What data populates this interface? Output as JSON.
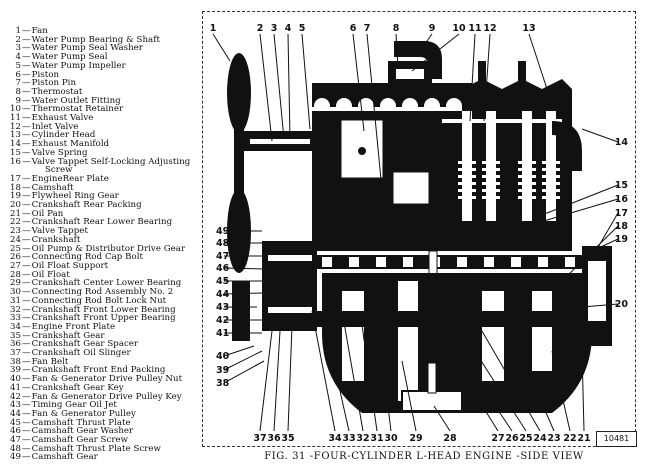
{
  "legend": {
    "items": [
      {
        "num": "1",
        "label": "Fan"
      },
      {
        "num": "2",
        "label": "Water Pump Bearing & Shaft"
      },
      {
        "num": "3",
        "label": "Water Pump Seal Washer"
      },
      {
        "num": "4",
        "label": "Water Pump Seal"
      },
      {
        "num": "5",
        "label": "Water Pump Impeller"
      },
      {
        "num": "6",
        "label": "Piston"
      },
      {
        "num": "7",
        "label": "Piston Pin"
      },
      {
        "num": "8",
        "label": "Thermostat"
      },
      {
        "num": "9",
        "label": "Water Outlet Fitting"
      },
      {
        "num": "10",
        "label": "Thermostat Retainer"
      },
      {
        "num": "11",
        "label": "Exhaust Valve"
      },
      {
        "num": "12",
        "label": "Inlet Valve"
      },
      {
        "num": "13",
        "label": "Cylinder Head"
      },
      {
        "num": "14",
        "label": "Exhaust Manifold"
      },
      {
        "num": "15",
        "label": "Valve Spring"
      },
      {
        "num": "16",
        "label": "Valve Tappet Self-Locking Adjusting",
        "cont": "Screw"
      },
      {
        "num": "17",
        "label": "EngineRear Plate"
      },
      {
        "num": "18",
        "label": "Camshaft"
      },
      {
        "num": "19",
        "label": "Flywheel Ring Gear"
      },
      {
        "num": "20",
        "label": "Crankshaft Rear Packing"
      },
      {
        "num": "21",
        "label": "Oil Pan"
      },
      {
        "num": "22",
        "label": "Crankshaft Rear Lower Bearing"
      },
      {
        "num": "23",
        "label": "Valve Tappet"
      },
      {
        "num": "24",
        "label": "Crankshaft"
      },
      {
        "num": "25",
        "label": "Oil Pump & Distributor Drive Gear"
      },
      {
        "num": "26",
        "label": "Connecting Rod Cap Bolt"
      },
      {
        "num": "27",
        "label": "Oil Float Support"
      },
      {
        "num": "28",
        "label": "Oil Float"
      },
      {
        "num": "29",
        "label": "Crankshaft Center Lower Bearing"
      },
      {
        "num": "30",
        "label": "Connecting Rod Assembly No. 2"
      },
      {
        "num": "31",
        "label": "Connecting Rod Bolt Lock Nut"
      },
      {
        "num": "32",
        "label": "Crankshaft Front Lower Bearing"
      },
      {
        "num": "33",
        "label": "Crankshaft Front Upper Bearing"
      },
      {
        "num": "34",
        "label": "Engine Front Plate"
      },
      {
        "num": "35",
        "label": "Crankshaft Gear"
      },
      {
        "num": "36",
        "label": "Crankshaft Gear Spacer"
      },
      {
        "num": "37",
        "label": "Crankshaft Oil Slinger"
      },
      {
        "num": "38",
        "label": "Fan Belt"
      },
      {
        "num": "39",
        "label": "Crankshaft Front End Packing"
      },
      {
        "num": "40",
        "label": "Fan & Generator Drive Pulley Nut"
      },
      {
        "num": "41",
        "label": "Crankshaft Gear Key"
      },
      {
        "num": "42",
        "label": "Fan & Generator Drive Pulley Key"
      },
      {
        "num": "43",
        "label": "Timing Gear Oil Jet"
      },
      {
        "num": "44",
        "label": "Fan & Generator Pulley"
      },
      {
        "num": "45",
        "label": "Camshaft Thrust Plate"
      },
      {
        "num": "46",
        "label": "Camshaft Gear Washer"
      },
      {
        "num": "47",
        "label": "Camshaft Gear Screw"
      },
      {
        "num": "48",
        "label": "Camshaft Thrust Plate Screw"
      },
      {
        "num": "49",
        "label": "Camshaft Gear"
      }
    ]
  },
  "figure": {
    "caption": "FIG. 31 -FOUR-CYLINDER L-HEAD ENGINE -SIDE VIEW",
    "figure_number": "10481",
    "callouts_top": [
      "1",
      "2",
      "3",
      "4",
      "5",
      "6",
      "7",
      "8",
      "9",
      "10",
      "11",
      "12",
      "13"
    ],
    "callouts_right": [
      "14",
      "15",
      "16",
      "17",
      "18",
      "19",
      "20"
    ],
    "callouts_bottom": [
      "37",
      "36",
      "35",
      "34",
      "33",
      "32",
      "31",
      "30",
      "29",
      "28",
      "27",
      "26",
      "25",
      "24",
      "23",
      "22",
      "21"
    ],
    "callouts_left": [
      "49",
      "48",
      "47",
      "46",
      "45",
      "44",
      "43",
      "42",
      "41",
      "40",
      "39",
      "38"
    ],
    "ink_color": "#111111",
    "paper_color": "#ffffff"
  }
}
